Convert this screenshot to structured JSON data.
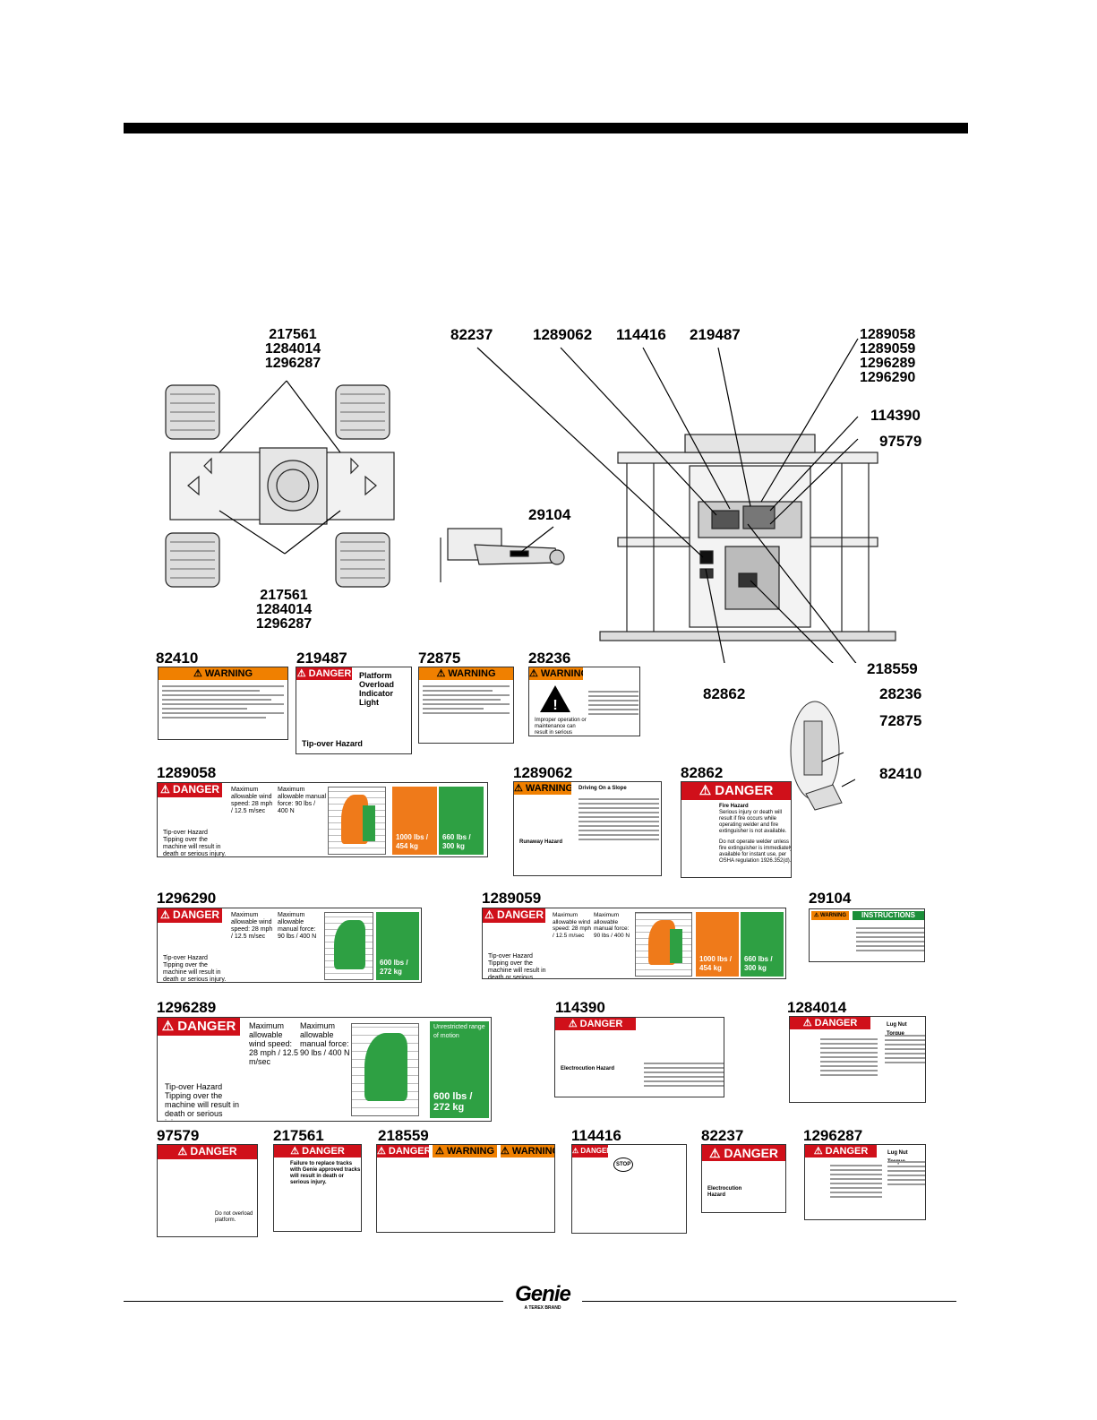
{
  "diagram": {
    "top_left_callout_upper": [
      "217561",
      "1284014",
      "1296287"
    ],
    "top_left_callout_lower": [
      "217561",
      "1284014",
      "1296287"
    ],
    "boom_callout": "29104",
    "platform_top_callouts": [
      "82237",
      "1289062",
      "114416",
      "219487"
    ],
    "platform_right_callouts": [
      "1289058",
      "1289059",
      "1296289",
      "1296290",
      "114390",
      "97579"
    ],
    "platform_bottom_right_callouts": [
      "218559",
      "28236",
      "72875",
      "82410"
    ],
    "platform_bottom_callout": "82862"
  },
  "decals": {
    "row1": [
      {
        "part": "82410",
        "header": "WARNING",
        "style": "warn"
      },
      {
        "part": "219487",
        "header": "DANGER",
        "style": "danger",
        "side_title": "Platform Overload Indicator Light",
        "caption": "Tip-over Hazard"
      },
      {
        "part": "72875",
        "header": "WARNING",
        "style": "warn"
      },
      {
        "part": "28236",
        "header": "WARNING",
        "style": "warn",
        "caption": "Improper operation or maintenance can result in serious injury or death."
      }
    ],
    "row2": [
      {
        "part": "1289058",
        "header": "DANGER",
        "style": "danger",
        "wind": "Maximum allowable wind speed: 28 mph / 12.5 m/sec",
        "force": "Maximum allowable manual force: 90 lbs / 400 N",
        "caption": "Tip-over Hazard Tipping over the machine will result in death or serious injury.",
        "load1": "1000 lbs / 454 kg",
        "load2": "660 lbs / 300 kg"
      },
      {
        "part": "1289062",
        "header": "WARNING",
        "style": "warn",
        "title": "Driving On a Slope",
        "caption": "Runaway Hazard"
      },
      {
        "part": "82862",
        "header": "DANGER",
        "style": "danger",
        "title": "Fire Hazard",
        "text": "Serious injury or death will result if fire occurs while operating welder and fire extinguisher is not available.",
        "text2": "Do not operate welder unless fire extinguisher is immediately available for instant use, per OSHA regulation 1926.352(d)."
      }
    ],
    "row3": [
      {
        "part": "1296290",
        "header": "DANGER",
        "style": "danger",
        "wind": "Maximum allowable wind speed: 28 mph / 12.5 m/sec",
        "force": "Maximum allowable manual force: 90 lbs / 400 N",
        "caption": "Tip-over Hazard Tipping over the machine will result in death or serious injury.",
        "load": "600 lbs / 272 kg"
      },
      {
        "part": "1289059",
        "header": "DANGER",
        "style": "danger",
        "wind": "Maximum allowable wind speed: 28 mph / 12.5 m/sec",
        "force": "Maximum allowable manual force: 90 lbs / 400 N",
        "caption": "Tip-over Hazard Tipping over the machine will result in death or serious injury.",
        "load1": "1000 lbs / 454 kg",
        "load2": "660 lbs / 300 kg"
      },
      {
        "part": "29104",
        "header": "WARNING",
        "style": "warn",
        "header2": "INSTRUCTIONS"
      }
    ],
    "row4": [
      {
        "part": "1296289",
        "header": "DANGER",
        "style": "danger",
        "wind": "Maximum allowable wind speed: 28 mph / 12.5 m/sec",
        "force": "Maximum allowable manual force: 90 lbs / 400 N",
        "caption": "Tip-over Hazard Tipping over the machine will result in death or serious injury.",
        "zone": "Unrestricted range of motion",
        "load": "600 lbs / 272 kg"
      },
      {
        "part": "114390",
        "header": "DANGER",
        "style": "danger",
        "caption": "Electrocution Hazard"
      },
      {
        "part": "1284014",
        "header": "DANGER",
        "style": "danger",
        "side_title": "Lug Nut Torque"
      }
    ],
    "row5": [
      {
        "part": "97579",
        "header": "DANGER",
        "style": "danger",
        "caption": "Do not overload platform."
      },
      {
        "part": "217561",
        "header": "DANGER",
        "style": "danger",
        "caption": "Failure to replace tracks with Genie approved tracks will result in death or serious injury."
      },
      {
        "part": "218559",
        "header": "DANGER",
        "style": "danger",
        "header2": "WARNING",
        "header3": "WARNING"
      },
      {
        "part": "114416",
        "header": "DANGER",
        "style": "danger",
        "caption": "STOP"
      },
      {
        "part": "82237",
        "header": "DANGER",
        "style": "danger",
        "caption": "Electrocution Hazard"
      },
      {
        "part": "1296287",
        "header": "DANGER",
        "style": "danger",
        "side_title": "Lug Nut Torque"
      }
    ]
  },
  "footer": {
    "logo": "Genie",
    "logo_sub": "A TEREX BRAND"
  }
}
